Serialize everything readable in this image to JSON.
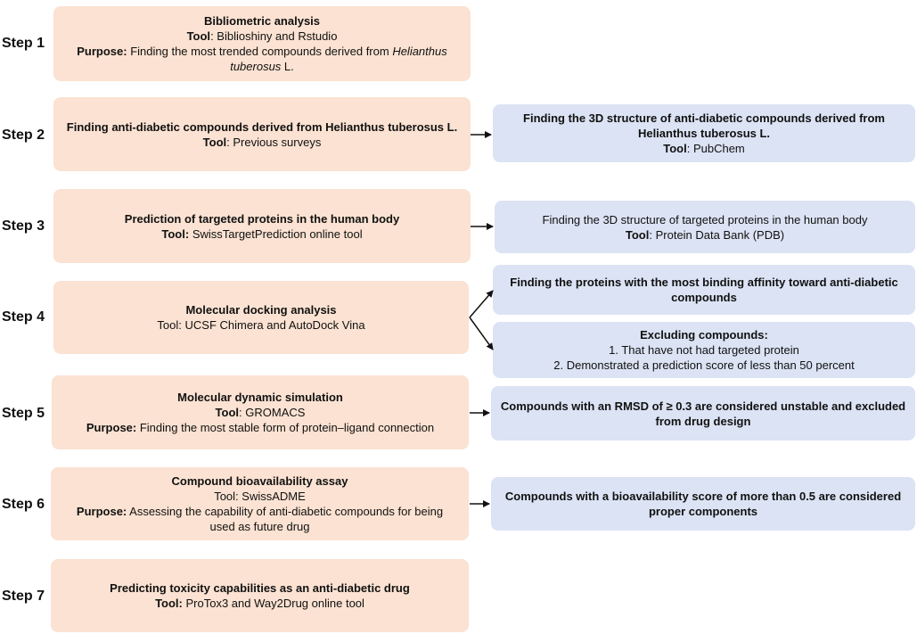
{
  "steps": [
    {
      "label": "Step 1"
    },
    {
      "label": "Step 2"
    },
    {
      "label": "Step 3"
    },
    {
      "label": "Step 4"
    },
    {
      "label": "Step 5"
    },
    {
      "label": "Step 6"
    },
    {
      "label": "Step 7"
    }
  ],
  "s1": {
    "title": "Bibliometric analysis",
    "tool_label": "Tool",
    "tool_value": ": Biblioshiny and Rstudio",
    "purpose_label": "Purpose:",
    "purpose_text": " Finding the most trended compounds derived from ",
    "purpose_species_a": "Helianthus",
    "purpose_species_b": "tuberosus",
    "purpose_suffix": " L."
  },
  "s2": {
    "title": "Finding anti-diabetic compounds derived from Helianthus tuberosus L.",
    "tool_label": "Tool",
    "tool_value": ": Previous surveys"
  },
  "s2r": {
    "title_a": "Finding the 3D structure of anti-diabetic compounds derived from",
    "title_b": "Helianthus tuberosus L.",
    "tool_label": "Tool",
    "tool_value": ": PubChem"
  },
  "s3": {
    "title": "Prediction of targeted proteins in the human body",
    "tool_label": "Tool:",
    "tool_value": " SwissTargetPrediction online tool"
  },
  "s3r": {
    "title": "Finding the 3D structure of targeted proteins in the human body",
    "tool_label": "Tool",
    "tool_value": ": Protein Data Bank (PDB)"
  },
  "s4": {
    "title": "Molecular docking analysis",
    "tool_value": "Tool: UCSF Chimera and AutoDock Vina"
  },
  "s4r1": {
    "title_a": "Finding the proteins with the most binding affinity toward anti-diabetic",
    "title_b": "compounds"
  },
  "s4r2": {
    "title": "Excluding compounds:",
    "item1": "1.  That have not had targeted protein",
    "item2": "2.  Demonstrated a prediction score of less than 50 percent"
  },
  "s5": {
    "title": "Molecular dynamic simulation",
    "tool_label": "Tool",
    "tool_value": ": GROMACS",
    "purpose_label": "Purpose:",
    "purpose_text": " Finding the most stable form of protein–ligand connection"
  },
  "s5r": {
    "line_a": "Compounds with an RMSD of ≥ 0.3 are considered unstable and excluded",
    "line_b": "from drug design"
  },
  "s6": {
    "title": "Compound bioavailability assay",
    "tool_value": "Tool: SwissADME",
    "purpose_label": "Purpose:",
    "purpose_text_a": " Assessing the capability of anti-diabetic compounds for being",
    "purpose_text_b": "used as future drug"
  },
  "s6r": {
    "line_a": "Compounds with a bioavailability score of more than 0.5 are considered",
    "line_b": "proper components"
  },
  "s7": {
    "title": "Predicting toxicity capabilities as an anti-diabetic drug",
    "tool_label": "Tool:",
    "tool_value": " ProTox3 and Way2Drug online tool"
  },
  "colors": {
    "step_box": "#fbe2d2",
    "result_box": "#dbe3f4",
    "arrow": "#111111"
  }
}
